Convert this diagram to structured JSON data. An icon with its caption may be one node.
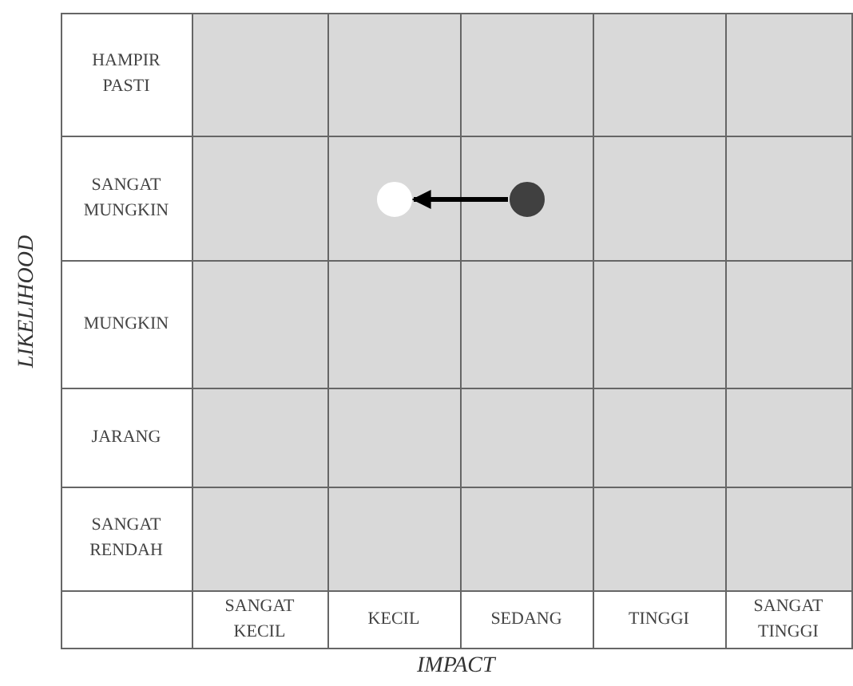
{
  "diagram": {
    "nodes": [
      {
        "text": [],
        "shape": "circle"
      },
      {
        "text": [],
        "shape": "circle"
      }
    ],
    "edges": [
      {
        "from": 1,
        "to": 0,
        "arrow": "to"
      }
    ],
    "labels": [
      "LIKELIHOOD",
      "HAMPIR PASTI",
      "SANGAT MUNGKIN",
      "MUNGKIN",
      "JARANG",
      "SANGAT RENDAH",
      "SANGAT KECIL",
      "KECIL",
      "SEDANG",
      "TINGGI",
      "SANGAT TINGGI",
      "IMPACT"
    ]
  }
}
